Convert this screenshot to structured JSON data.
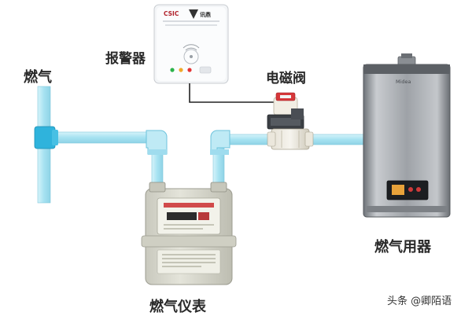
{
  "labels": {
    "gas": "燃气",
    "alarm": "报警器",
    "valve": "电磁阀",
    "appliance": "燃气用器",
    "meter": "燃气仪表"
  },
  "alarm_device": {
    "brand_mark": "CSIC",
    "logo_text": "讯鼎"
  },
  "appliance_device": {
    "brand": "Midea"
  },
  "watermark": "头条 @卿陌语",
  "colors": {
    "pipe": "#a9e4f2",
    "pipe_stroke": "#6cc3dc",
    "fitting": "#2fb3dc",
    "meter_body": "#d9d9cf",
    "heater_body": "#9a9ea3",
    "alarm_body": "#f2f4f6"
  }
}
